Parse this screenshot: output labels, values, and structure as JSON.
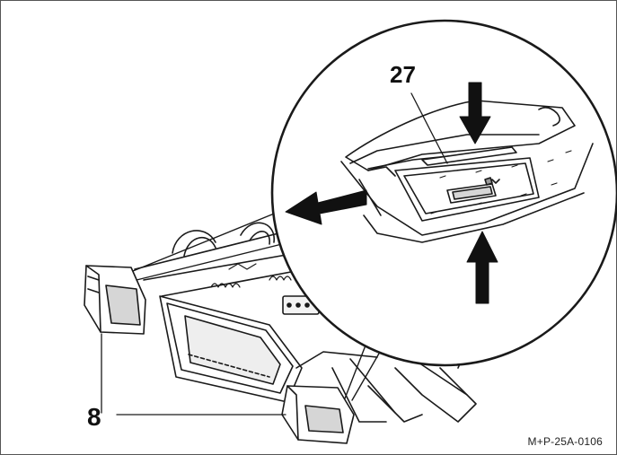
{
  "figure": {
    "callouts": {
      "part_27": "27",
      "part_8": "8"
    },
    "figure_code": "M+P-25A-0106",
    "colors": {
      "line": "#1a1a1a",
      "shade": "#9a9a9a",
      "light_shade": "#d6d6d6",
      "arrow": "#111111",
      "background": "#ffffff"
    }
  }
}
